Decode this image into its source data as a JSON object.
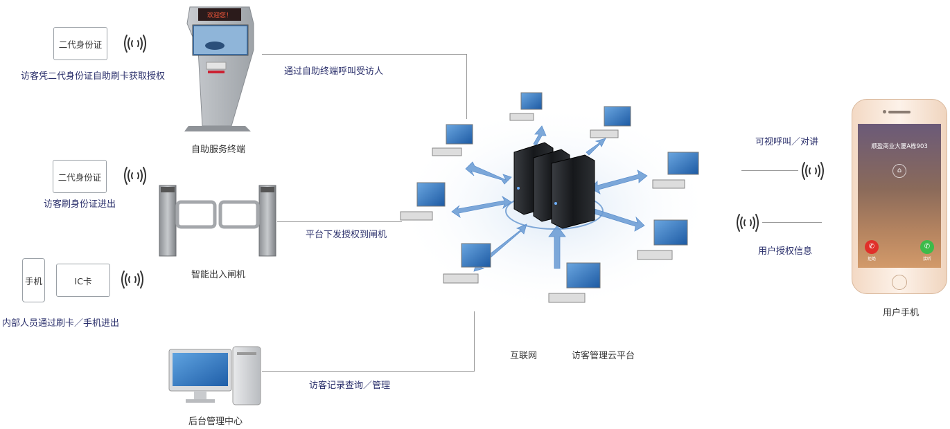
{
  "left": {
    "id_card_label_1": "二代身份证",
    "kiosk_caption": "访客凭二代身份证自助刷卡获取授权",
    "kiosk_title": "自助服务终端",
    "kiosk_screen_text": "欢迎您！",
    "id_card_label_2": "二代身份证",
    "gate_caption": "访客刷身份证进出",
    "gate_title": "智能出入闸机",
    "phone_label": "手机",
    "ic_label": "IC卡",
    "staff_caption": "内部人员通过刷卡／手机进出",
    "backend_title": "后台管理中心"
  },
  "links": {
    "kiosk_link": "通过自助终端呼叫受访人",
    "gate_link": "平台下发授权到闸机",
    "backend_link": "访客记录查询／管理"
  },
  "center": {
    "internet": "互联网",
    "cloud": "访客管理云平台"
  },
  "right": {
    "video_call": "可视呼叫／对讲",
    "auth_info": "用户授权信息",
    "phone_title": "用户手机",
    "phone_screen_title": "顺盈商业大厦A栋903",
    "decline_label": "拒绝",
    "accept_label": "接听"
  },
  "colors": {
    "text": "#2a2f6b",
    "arrow": "#6f9fd6",
    "screen": "#2f6fb5",
    "decline": "#e0302a",
    "accept": "#3cbb4a"
  }
}
